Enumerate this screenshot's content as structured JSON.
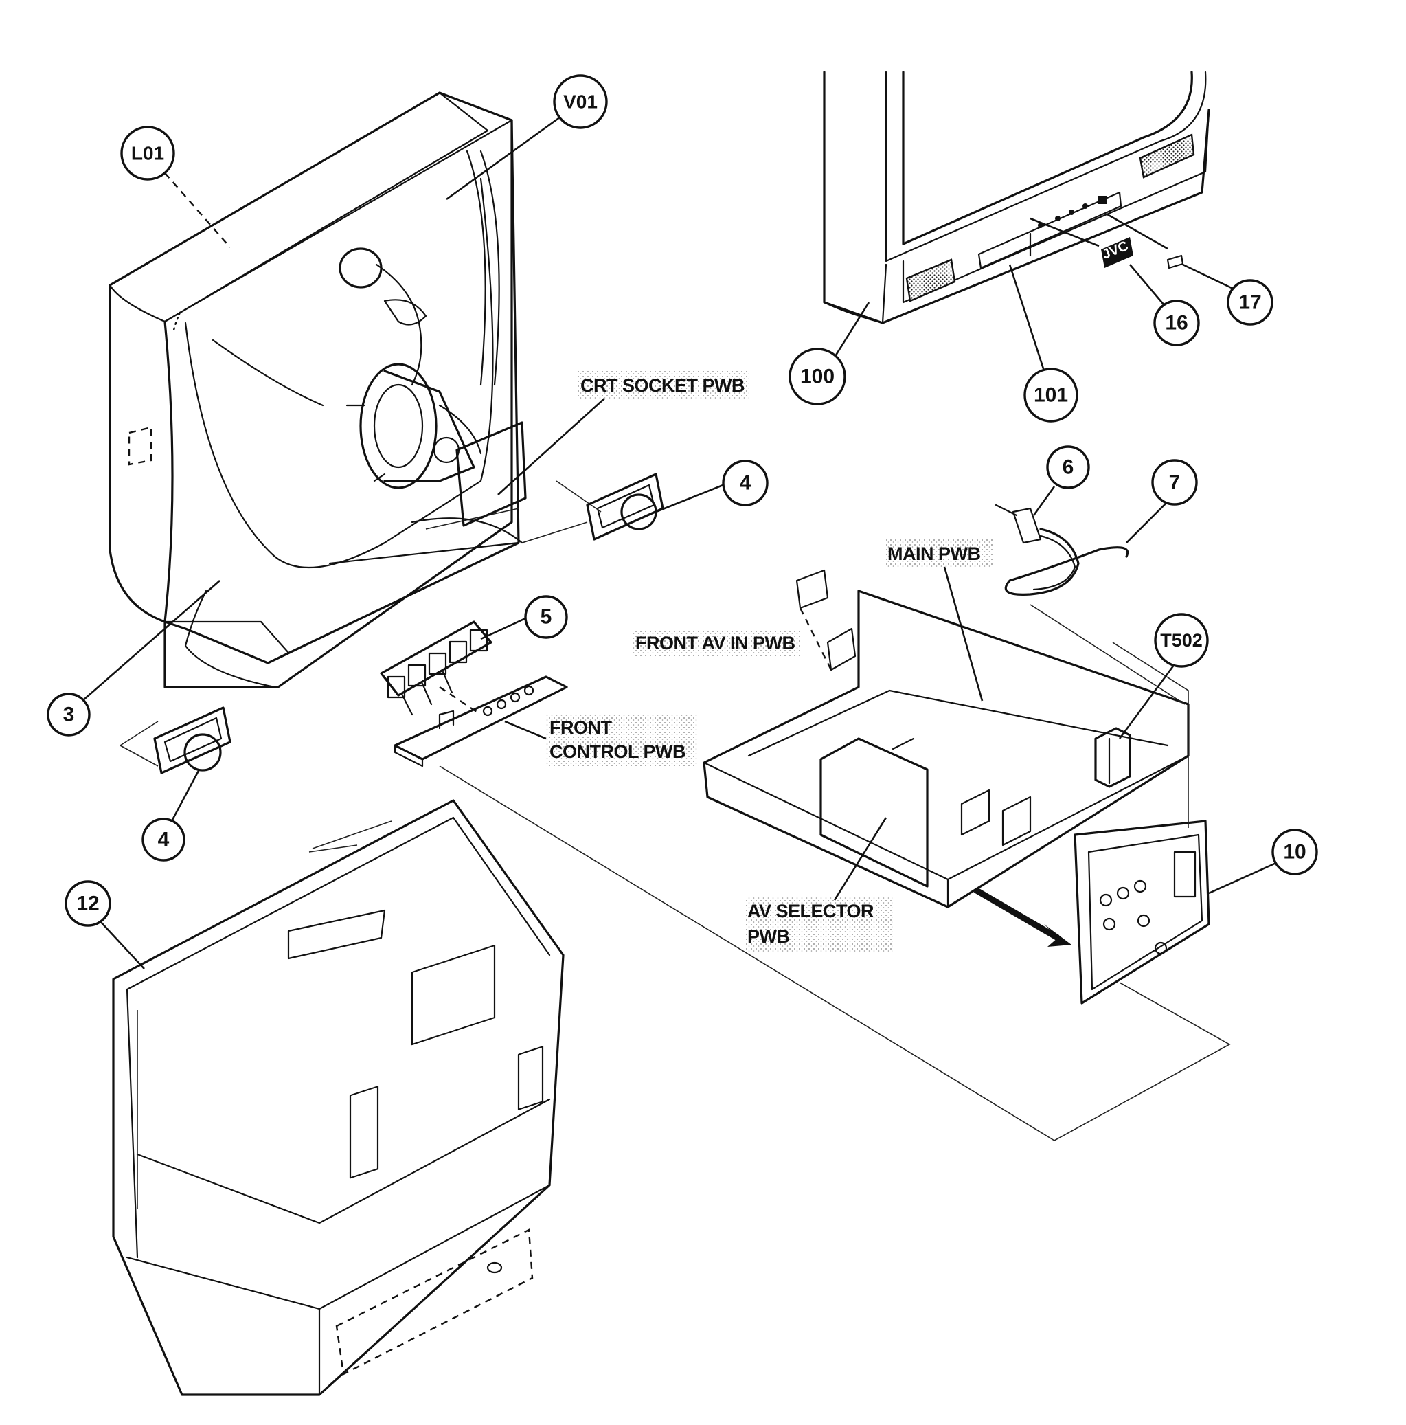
{
  "callouts": {
    "L01": "L01",
    "V01": "V01",
    "n100": "100",
    "n101": "101",
    "n16": "16",
    "n17": "17",
    "n4a": "4",
    "n4b": "4",
    "n3": "3",
    "n5": "5",
    "n6": "6",
    "n7": "7",
    "T502": "T502",
    "n10": "10",
    "n12": "12"
  },
  "labels": {
    "crt_socket": "CRT SOCKET PWB",
    "main_pwb": "MAIN PWB",
    "front_av_in": "FRONT AV IN  PWB",
    "front_control_1": "FRONT",
    "front_control_2": "CONTROL PWB",
    "av_selector_1": "AV SELECTOR",
    "av_selector_2": "PWB"
  },
  "logo_text": "JVC"
}
